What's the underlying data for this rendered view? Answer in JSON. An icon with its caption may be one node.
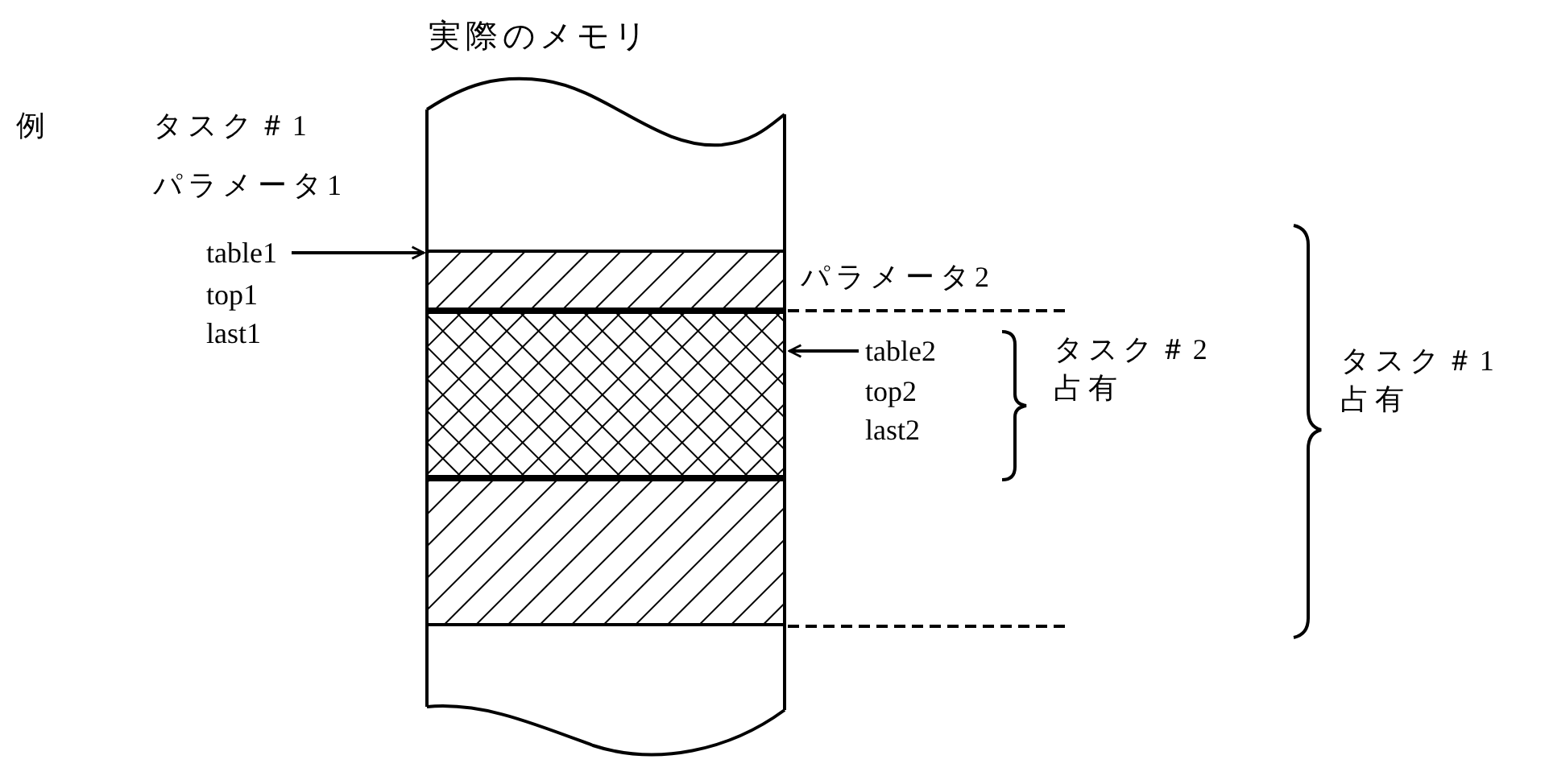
{
  "diagram": {
    "nodes": [
      {
        "text": [
          "実際のメモリ"
        ]
      },
      {
        "text": [],
        "shape": "bar",
        "in": 0
      },
      {
        "text": [],
        "shape": "bar",
        "in": 0
      },
      {
        "text": [],
        "shape": "bar",
        "in": 0
      },
      {
        "text": [
          "table1"
        ]
      },
      {
        "text": [
          "table2"
        ]
      }
    ],
    "edges": [
      {
        "from": 4,
        "to": 1,
        "arrow": "to"
      },
      {
        "from": 5,
        "to": 2,
        "arrow": "to"
      }
    ],
    "labels": [
      "例",
      "タスク＃1",
      "パラメータ1",
      "top1",
      "last1",
      "パラメータ2",
      "top2",
      "last2",
      "タスク＃2占有",
      "タスク＃1占有"
    ]
  }
}
